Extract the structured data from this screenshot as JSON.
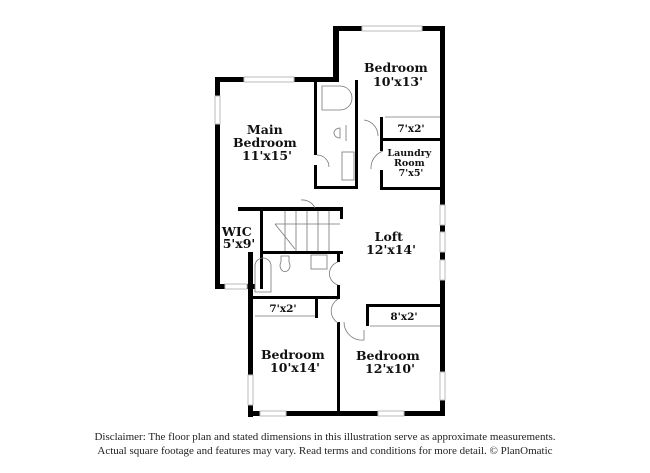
{
  "rooms": {
    "bedroom_top_right": {
      "name": "Bedroom",
      "size": "10'x13'"
    },
    "main_bedroom": {
      "name_line1": "Main",
      "name_line2": "Bedroom",
      "size": "11'x15'"
    },
    "closet_top": {
      "size": "7'x2'"
    },
    "laundry": {
      "name_line1": "Laundry",
      "name_line2": "Room",
      "size": "7'x5'"
    },
    "wic": {
      "name": "WIC",
      "size": "5'x9'"
    },
    "loft": {
      "name": "Loft",
      "size": "12'x14'"
    },
    "closet_bottom_left": {
      "size": "7'x2'"
    },
    "closet_bottom_right": {
      "size": "8'x2'"
    },
    "bedroom_bottom_left": {
      "name": "Bedroom",
      "size": "10'x14'"
    },
    "bedroom_bottom_right": {
      "name": "Bedroom",
      "size": "12'x10'"
    }
  },
  "disclaimer": {
    "line1": "Disclaimer: The floor plan and stated dimensions in this illustration serve as approximate measurements.",
    "line2": "Actual square footage and features may vary. Read terms and conditions for more detail. © PlanOmatic"
  },
  "colors": {
    "wall": "#000000",
    "window": "#d8d8d8",
    "fixture": "#777777"
  }
}
